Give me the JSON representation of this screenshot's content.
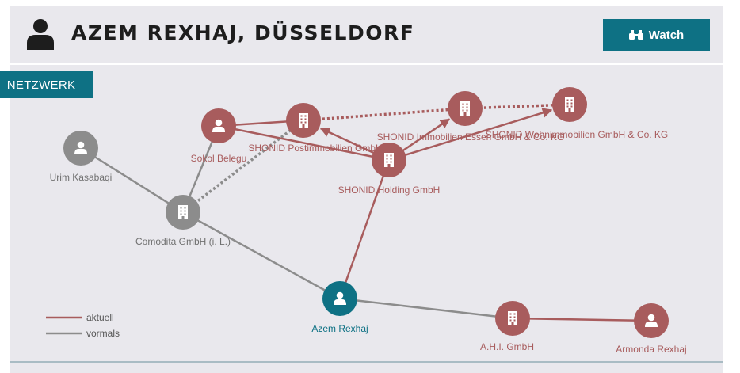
{
  "header": {
    "title": "AZEM REXHAJ, DÜSSELDORF",
    "watch_label": "Watch"
  },
  "section": {
    "label": "NETZWERK"
  },
  "legend": {
    "current": "aktuell",
    "former": "vormals"
  },
  "colors": {
    "current": "#a85c5d",
    "former": "#8c8c8c",
    "focus": "#0e7184"
  },
  "network": {
    "nodes": [
      {
        "id": "urim",
        "label": "Urim Kasabaqi",
        "type": "person",
        "status": "former",
        "color": "#8c8c8c",
        "labelColor": "#707070"
      },
      {
        "id": "comodita",
        "label": "Comodita GmbH (i. L.)",
        "type": "company",
        "status": "former",
        "color": "#8c8c8c",
        "labelColor": "#707070"
      },
      {
        "id": "sokol",
        "label": "Sokol Belegu",
        "type": "person",
        "status": "current",
        "color": "#a85c5d",
        "labelColor": "#a85c5d"
      },
      {
        "id": "post",
        "label": "SHONID Postimmobilien GmbH",
        "type": "company",
        "status": "current",
        "color": "#a85c5d",
        "labelColor": "#a85c5d"
      },
      {
        "id": "holding",
        "label": "SHONID Holding GmbH",
        "type": "company",
        "status": "current",
        "color": "#a85c5d",
        "labelColor": "#a85c5d"
      },
      {
        "id": "essen",
        "label": "SHONID Immobilien Essen GmbH & Co. KG",
        "type": "company",
        "status": "current",
        "color": "#a85c5d",
        "labelColor": "#a85c5d"
      },
      {
        "id": "wohn",
        "label": "SHONID Wohnimmobilien GmbH & Co. KG",
        "type": "company",
        "status": "current",
        "color": "#a85c5d",
        "labelColor": "#a85c5d"
      },
      {
        "id": "azem",
        "label": "Azem Rexhaj",
        "type": "person",
        "status": "focus",
        "color": "#0e7184",
        "labelColor": "#0e7184"
      },
      {
        "id": "ahi",
        "label": "A.H.I. GmbH",
        "type": "company",
        "status": "current",
        "color": "#a85c5d",
        "labelColor": "#a85c5d"
      },
      {
        "id": "armonda",
        "label": "Armonda Rexhaj",
        "type": "person",
        "status": "current",
        "color": "#a85c5d",
        "labelColor": "#a85c5d"
      }
    ],
    "edges": [
      {
        "from": "urim",
        "to": "comodita",
        "status": "former",
        "style": "solid",
        "arrow": false
      },
      {
        "from": "comodita",
        "to": "azem",
        "status": "former",
        "style": "solid",
        "arrow": false
      },
      {
        "from": "comodita",
        "to": "sokol",
        "status": "former",
        "style": "solid",
        "arrow": false
      },
      {
        "from": "comodita",
        "to": "post",
        "status": "former",
        "style": "dotted",
        "arrow": false
      },
      {
        "from": "azem",
        "to": "ahi",
        "status": "former",
        "style": "solid",
        "arrow": false
      },
      {
        "from": "ahi",
        "to": "armonda",
        "status": "current",
        "style": "solid",
        "arrow": false
      },
      {
        "from": "azem",
        "to": "holding",
        "status": "current",
        "style": "solid",
        "arrow": false
      },
      {
        "from": "sokol",
        "to": "post",
        "status": "current",
        "style": "solid",
        "arrow": false
      },
      {
        "from": "sokol",
        "to": "holding",
        "status": "current",
        "style": "solid",
        "arrow": false
      },
      {
        "from": "holding",
        "to": "post",
        "status": "current",
        "style": "solid",
        "arrow": true
      },
      {
        "from": "holding",
        "to": "essen",
        "status": "current",
        "style": "solid",
        "arrow": true
      },
      {
        "from": "holding",
        "to": "wohn",
        "status": "current",
        "style": "solid",
        "arrow": true
      },
      {
        "from": "post",
        "to": "essen",
        "status": "current",
        "style": "dotted",
        "arrow": false
      },
      {
        "from": "essen",
        "to": "wohn",
        "status": "current",
        "style": "dotted",
        "arrow": false
      }
    ]
  }
}
